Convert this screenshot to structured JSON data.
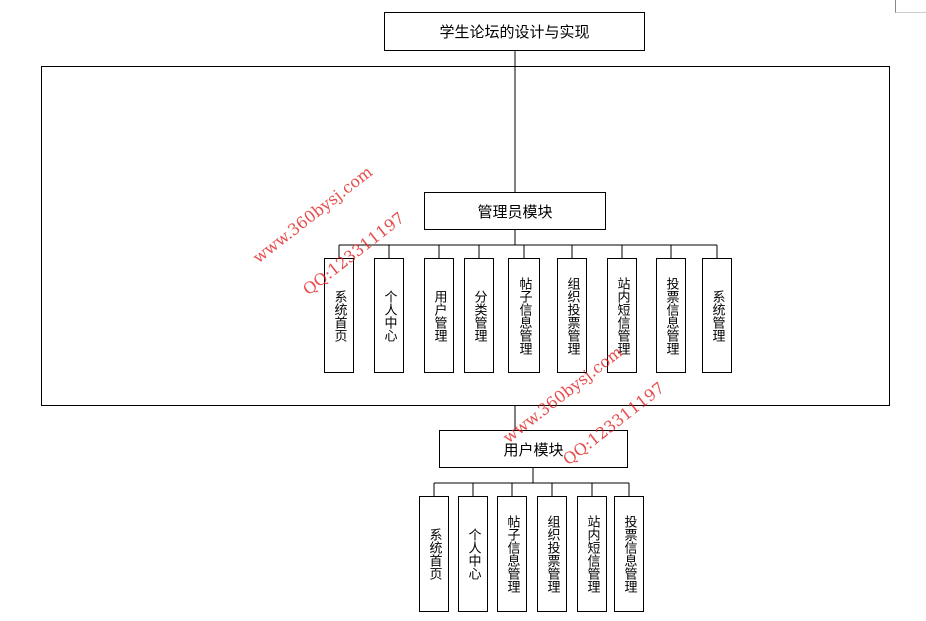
{
  "root": {
    "label": "学生论坛的设计与实现"
  },
  "admin_module": {
    "label": "管理员模块",
    "children": [
      "系统首页",
      "个人中心",
      "用户管理",
      "分类管理",
      "帖子信息管理",
      "组织投票管理",
      "站内短信管理",
      "投票信息管理",
      "系统管理"
    ]
  },
  "user_module": {
    "label": "用户模块",
    "children": [
      "系统首页",
      "个人中心",
      "帖子信息管理",
      "组织投票管理",
      "站内短信管理",
      "投票信息管理"
    ]
  },
  "watermarks": [
    "www.360bysj.com",
    "QQ:123311197",
    "www.360bysj.com",
    "QQ:123311197"
  ],
  "colors": {
    "line": "#000000",
    "watermark": "#e11a1a"
  }
}
